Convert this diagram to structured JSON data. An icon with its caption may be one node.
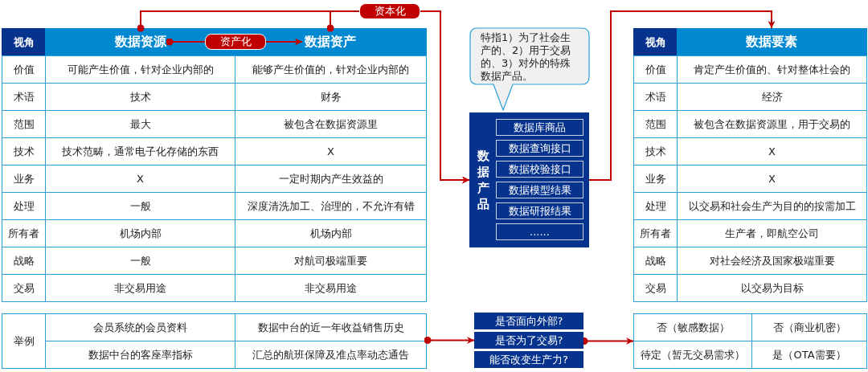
{
  "diagram": {
    "nodes": [
      {
        "text": [
          "数据资源"
        ]
      },
      {
        "text": [
          "数据资产"
        ]
      },
      {
        "text": [
          "特指1）为了社会生产的、2）用于交易的、3）对外的特殊数据产品。"
        ]
      },
      {
        "text": [
          "数据产品"
        ]
      },
      {
        "text": [
          "数据库商品"
        ],
        "in": 3
      },
      {
        "text": [
          "数据查询接口"
        ],
        "in": 3
      },
      {
        "text": [
          "数据校验接口"
        ],
        "in": 3
      },
      {
        "text": [
          "数据模型结果"
        ],
        "in": 3
      },
      {
        "text": [
          "数据研报结果"
        ],
        "in": 3
      },
      {
        "text": [
          "......"
        ],
        "in": 3
      },
      {
        "text": [
          "数据要素"
        ]
      },
      {
        "text": [
          "举例",
          "会员系统的会员资料",
          "数据中台的近一年收益销售历史",
          "数据中台的客座率指标",
          "汇总的航班保障及准点率动态通告"
        ]
      },
      {
        "text": [
          "是否面向外部?"
        ]
      },
      {
        "text": [
          "是否为了交易?"
        ]
      },
      {
        "text": [
          "能否改变生产力?"
        ]
      },
      {
        "text": [
          "否（敏感数据）",
          "否（商业机密）",
          "待定（暂无交易需求）",
          "是（OTA需要）"
        ]
      }
    ],
    "edges": [
      {
        "from": 0,
        "to": 1,
        "arrow": "to",
        "label": "资产化"
      },
      {
        "from": 0,
        "to": 3,
        "arrow": "to",
        "label": "资本化"
      },
      {
        "from": 1,
        "to": 3,
        "arrow": "to"
      },
      {
        "from": 3,
        "to": 10,
        "arrow": "to"
      },
      {
        "from": 11,
        "to": 13,
        "arrow": "to"
      },
      {
        "from": 13,
        "to": 15,
        "arrow": "to"
      }
    ],
    "labels": [
      "视角",
      "价值",
      "可能产生价值，针对企业内部的",
      "能够产生价值的，针对企业内部的",
      "术语",
      "技术",
      "财务",
      "范围",
      "最大",
      "被包含在数据资源里",
      "技术",
      "技术范畴，通常电子化存储的东西",
      "X",
      "业务",
      "X",
      "一定时期内产生效益的",
      "处理",
      "一般",
      "深度清洗加工、治理的，不允许有错",
      "所有者",
      "机场内部",
      "机场内部",
      "战略",
      "一般",
      "对航司极端重要",
      "交易",
      "非交易用途",
      "非交易用途",
      "视角",
      "价值",
      "肯定产生价值的、针对整体社会的",
      "术语",
      "经济",
      "范围",
      "被包含在数据资源里，用于交易的",
      "技术",
      "X",
      "业务",
      "X",
      "处理",
      "以交易和社会生产为目的的按需加工",
      "所有者",
      "生产者，即航空公司",
      "战略",
      "对社会经济及国家极端重要",
      "交易",
      "以交易为目标"
    ]
  }
}
